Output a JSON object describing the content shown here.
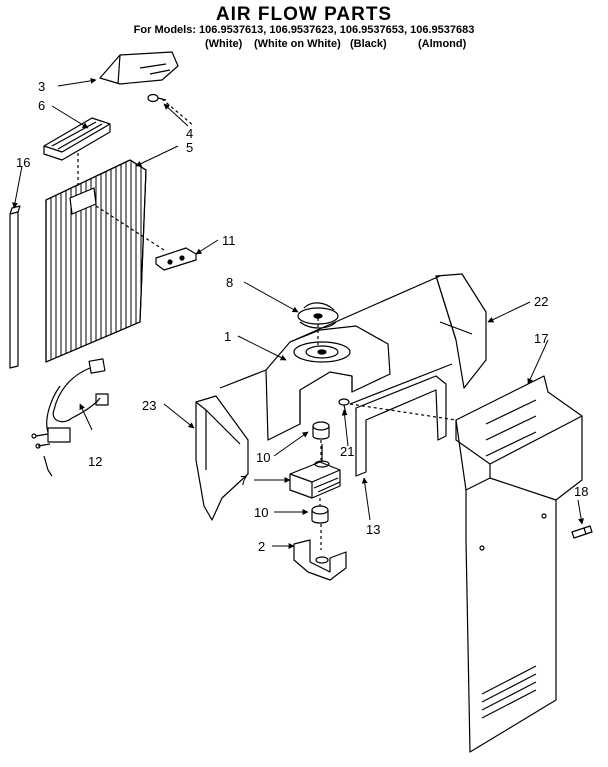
{
  "header": {
    "title": "AIR FLOW PARTS",
    "models_line": "For Models: 106.9537613, 106.9537623, 106.9537653, 106.9537683",
    "colors": [
      "(White)",
      "(White on White)",
      "(Black)",
      "(Almond)"
    ]
  },
  "callouts": {
    "c1": "1",
    "c2": "2",
    "c3": "3",
    "c4": "4",
    "c5": "5",
    "c6": "6",
    "c7": "7",
    "c8": "8",
    "c10a": "10",
    "c10b": "10",
    "c11": "11",
    "c12": "12",
    "c13": "13",
    "c16": "16",
    "c17": "17",
    "c18": "18",
    "c21": "21",
    "c22": "22",
    "c23": "23"
  }
}
